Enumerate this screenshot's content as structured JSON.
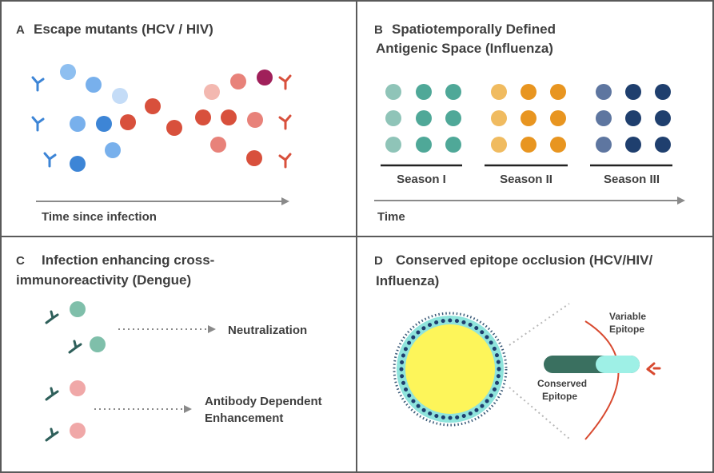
{
  "panels": {
    "a": {
      "letter": "A",
      "title": "Escape mutants (HCV / HIV)",
      "axis_label": "Time since infection",
      "colors": {
        "blue": "#4a90e2",
        "blue_light": "#a9cdf5",
        "red": "#e05040",
        "red_light": "#f0a8a0",
        "magenta": "#a0205a"
      }
    },
    "b": {
      "letter": "B",
      "title_line1": "Spatiotemporally Defined",
      "title_line2": "Antigenic Space (Influenza)",
      "seasons": [
        "Season I",
        "Season II",
        "Season III"
      ],
      "axis_label": "Time",
      "colors": {
        "teal": "#4fa898",
        "teal_light": "#8fc4b8",
        "orange": "#e89520",
        "orange_light": "#f0bb60",
        "navy": "#1f3f6e",
        "navy_light": "#5e76a0"
      }
    },
    "c": {
      "letter": "C",
      "title_line1": "Infection enhancing cross-",
      "title_line2": "immunoreactivity (Dengue)",
      "outcome1": "Neutralization",
      "outcome2_line1": "Antibody Dependent",
      "outcome2_line2": "Enhancement",
      "colors": {
        "antibody": "#2e5f5a",
        "green": "#7fbfaa",
        "pink": "#f0a8a8"
      }
    },
    "d": {
      "letter": "D",
      "title_line1": "Conserved epitope occlusion (HCV/HIV/",
      "title_line2": "Influenza)",
      "variable_line1": "Variable",
      "variable_line2": "Epitope",
      "conserved_line1": "Conserved",
      "conserved_line2": "Epitope",
      "colors": {
        "core": "#fdf55a",
        "ring": "#8fe4dc",
        "dots": "#1f3f6e",
        "stalk": "#3a7060",
        "head": "#9ef0e6",
        "curve": "#d84a30"
      }
    }
  }
}
